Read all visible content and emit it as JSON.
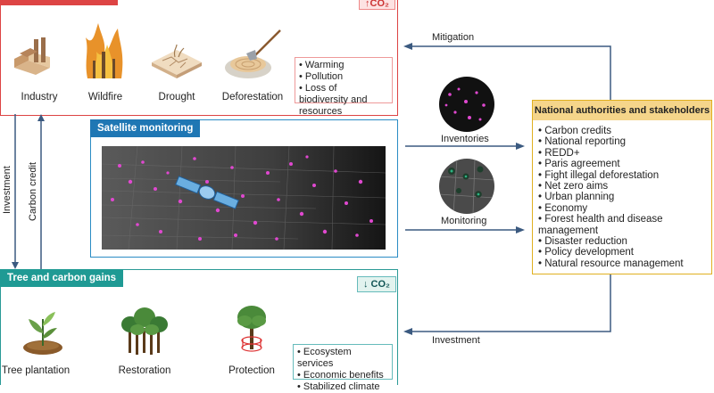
{
  "top_panel": {
    "co2_badge": "↑CO₂",
    "icons": [
      {
        "label": "Industry",
        "icon": "factory-icon"
      },
      {
        "label": "Wildfire",
        "icon": "wildfire-icon"
      },
      {
        "label": "Drought",
        "icon": "drought-icon"
      },
      {
        "label": "Deforestation",
        "icon": "deforestation-icon"
      }
    ],
    "impacts": [
      "Warming",
      "Pollution",
      "Loss of biodiversity and resources"
    ]
  },
  "left_arrows": {
    "down_label": "Investment",
    "up_label": "Carbon credit"
  },
  "satellite": {
    "title": "Satellite monitoring"
  },
  "flows": {
    "mitigation": "Mitigation",
    "inventories": "Inventories",
    "monitoring": "Monitoring",
    "investment": "Investment"
  },
  "authorities": {
    "title": "National authorities and stakeholders",
    "items": [
      "Carbon credits",
      "National reporting",
      "REDD+",
      "Paris agreement",
      "Fight illegal deforestation",
      "Net zero aims",
      "Urban planning",
      "Economy",
      "Forest health and disease management",
      "Disaster reduction",
      "Policy development",
      "Natural resource management"
    ]
  },
  "gains": {
    "title": "Tree and carbon gains",
    "co2_badge": "↓ CO₂",
    "icons": [
      {
        "label": "Tree plantation",
        "icon": "seedling-icon"
      },
      {
        "label": "Restoration",
        "icon": "forest-icon"
      },
      {
        "label": "Protection",
        "icon": "protected-tree-icon"
      }
    ],
    "benefits": [
      "Ecosystem services",
      "Economic benefits",
      "Stabilized climate"
    ]
  },
  "colors": {
    "emission": "#dd4444",
    "satellite": "#1f77b4",
    "gains": "#1f9a94",
    "authority": "#e0b020",
    "arrow": "#3b5a80"
  }
}
